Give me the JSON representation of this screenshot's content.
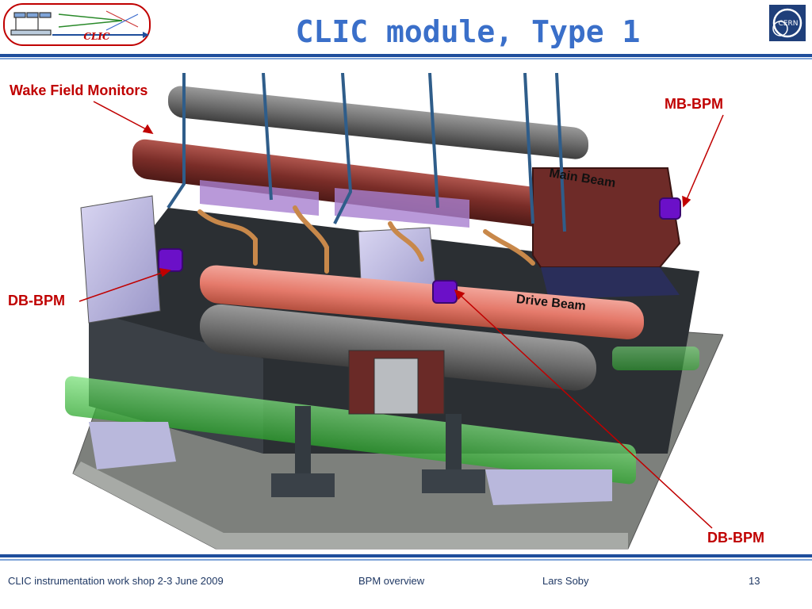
{
  "slide": {
    "title": "CLIC module, Type 1",
    "logo_text": "CLIC",
    "cern_logo_text": "CERN"
  },
  "labels": {
    "wake_field_monitors": "Wake Field Monitors",
    "mb_bpm": "MB-BPM",
    "db_bpm_left": "DB-BPM",
    "db_bpm_bottom": "DB-BPM",
    "main_beam": "Main Beam",
    "drive_beam": "Drive Beam"
  },
  "footer": {
    "event": "CLIC instrumentation work shop 2-3 June 2009",
    "topic": "BPM overview",
    "author": "Lars Soby",
    "page": "13"
  },
  "colors": {
    "title": "#3a6fc9",
    "annotation": "#c00000",
    "rule": "#1f4e9c"
  }
}
